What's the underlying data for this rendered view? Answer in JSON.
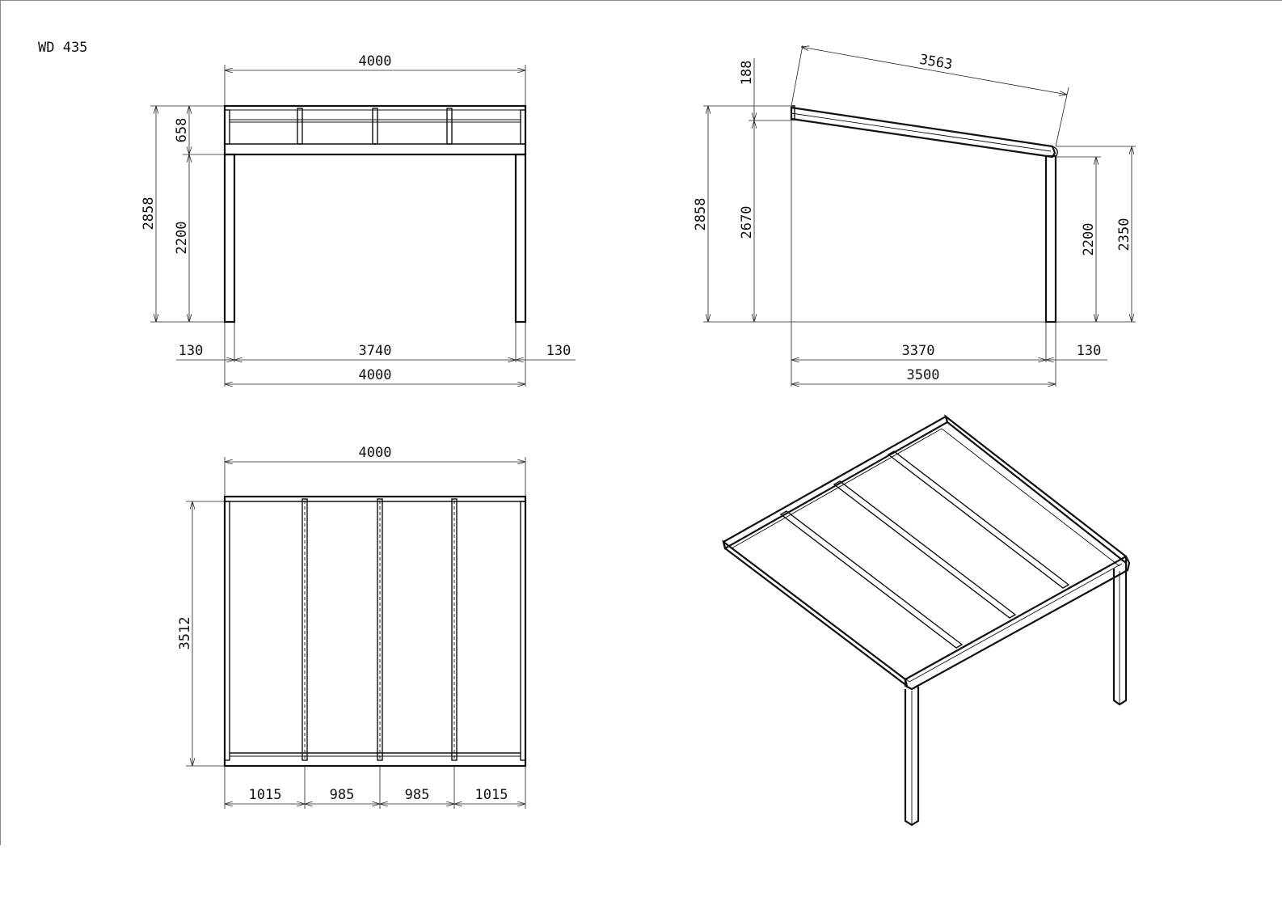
{
  "drawing": {
    "code": "WD 435"
  },
  "front_view": {
    "overall_width_top": "4000",
    "roof_height": "658",
    "total_height": "2858",
    "clear_height": "2200",
    "post_left": "130",
    "inner_width": "3740",
    "post_right": "130",
    "overall_width_bottom": "4000"
  },
  "side_view": {
    "roof_slope_length": "3563",
    "roof_step": "188",
    "total_height": "2858",
    "wall_height": "2670",
    "post_height": "2200",
    "front_height": "2350",
    "inner_depth": "3370",
    "post_depth": "130",
    "overall_depth": "3500"
  },
  "plan_view": {
    "overall_width": "4000",
    "depth": "3512",
    "bay_1": "1015",
    "bay_2": "985",
    "bay_3": "985",
    "bay_4": "1015"
  },
  "colors": {
    "line": "#111111",
    "background": "#ffffff"
  }
}
